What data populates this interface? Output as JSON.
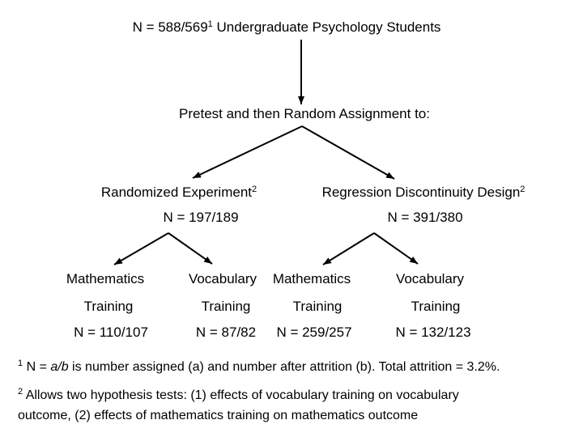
{
  "title": {
    "part1": "N = 588/569",
    "sup": "1",
    "part2": " Undergraduate Psychology Students"
  },
  "pretest_label": "Pretest and then Random Assignment to:",
  "branches": {
    "left": {
      "label": "Randomized Experiment",
      "label_sup": "2",
      "n": "N = 197/189",
      "children": [
        {
          "subject": "Mathematics",
          "line2": "Training",
          "n": "N = 110/107"
        },
        {
          "subject": "Vocabulary",
          "line2": "Training",
          "n": "N = 87/82"
        }
      ]
    },
    "right": {
      "label": "Regression Discontinuity Design",
      "label_sup": "2",
      "n": "N = 391/380",
      "children": [
        {
          "subject": "Mathematics",
          "line2": "Training",
          "n": "N = 259/257"
        },
        {
          "subject": "Vocabulary",
          "line2": "Training",
          "n": "N = 132/123"
        }
      ]
    }
  },
  "footnotes": {
    "f1": {
      "sup": "1",
      "pre": " N = ",
      "italic": "a/b",
      "post": " is number assigned (a) and number after attrition (b). Total attrition = 3.2%."
    },
    "f2": {
      "sup": "2",
      "line1": " Allows two hypothesis tests: (1) effects of vocabulary training on vocabulary",
      "line2": "outcome, (2) effects of mathematics training on mathematics outcome"
    }
  },
  "colors": {
    "background": "#ffffff",
    "text": "#000000",
    "arrow": "#000000"
  }
}
